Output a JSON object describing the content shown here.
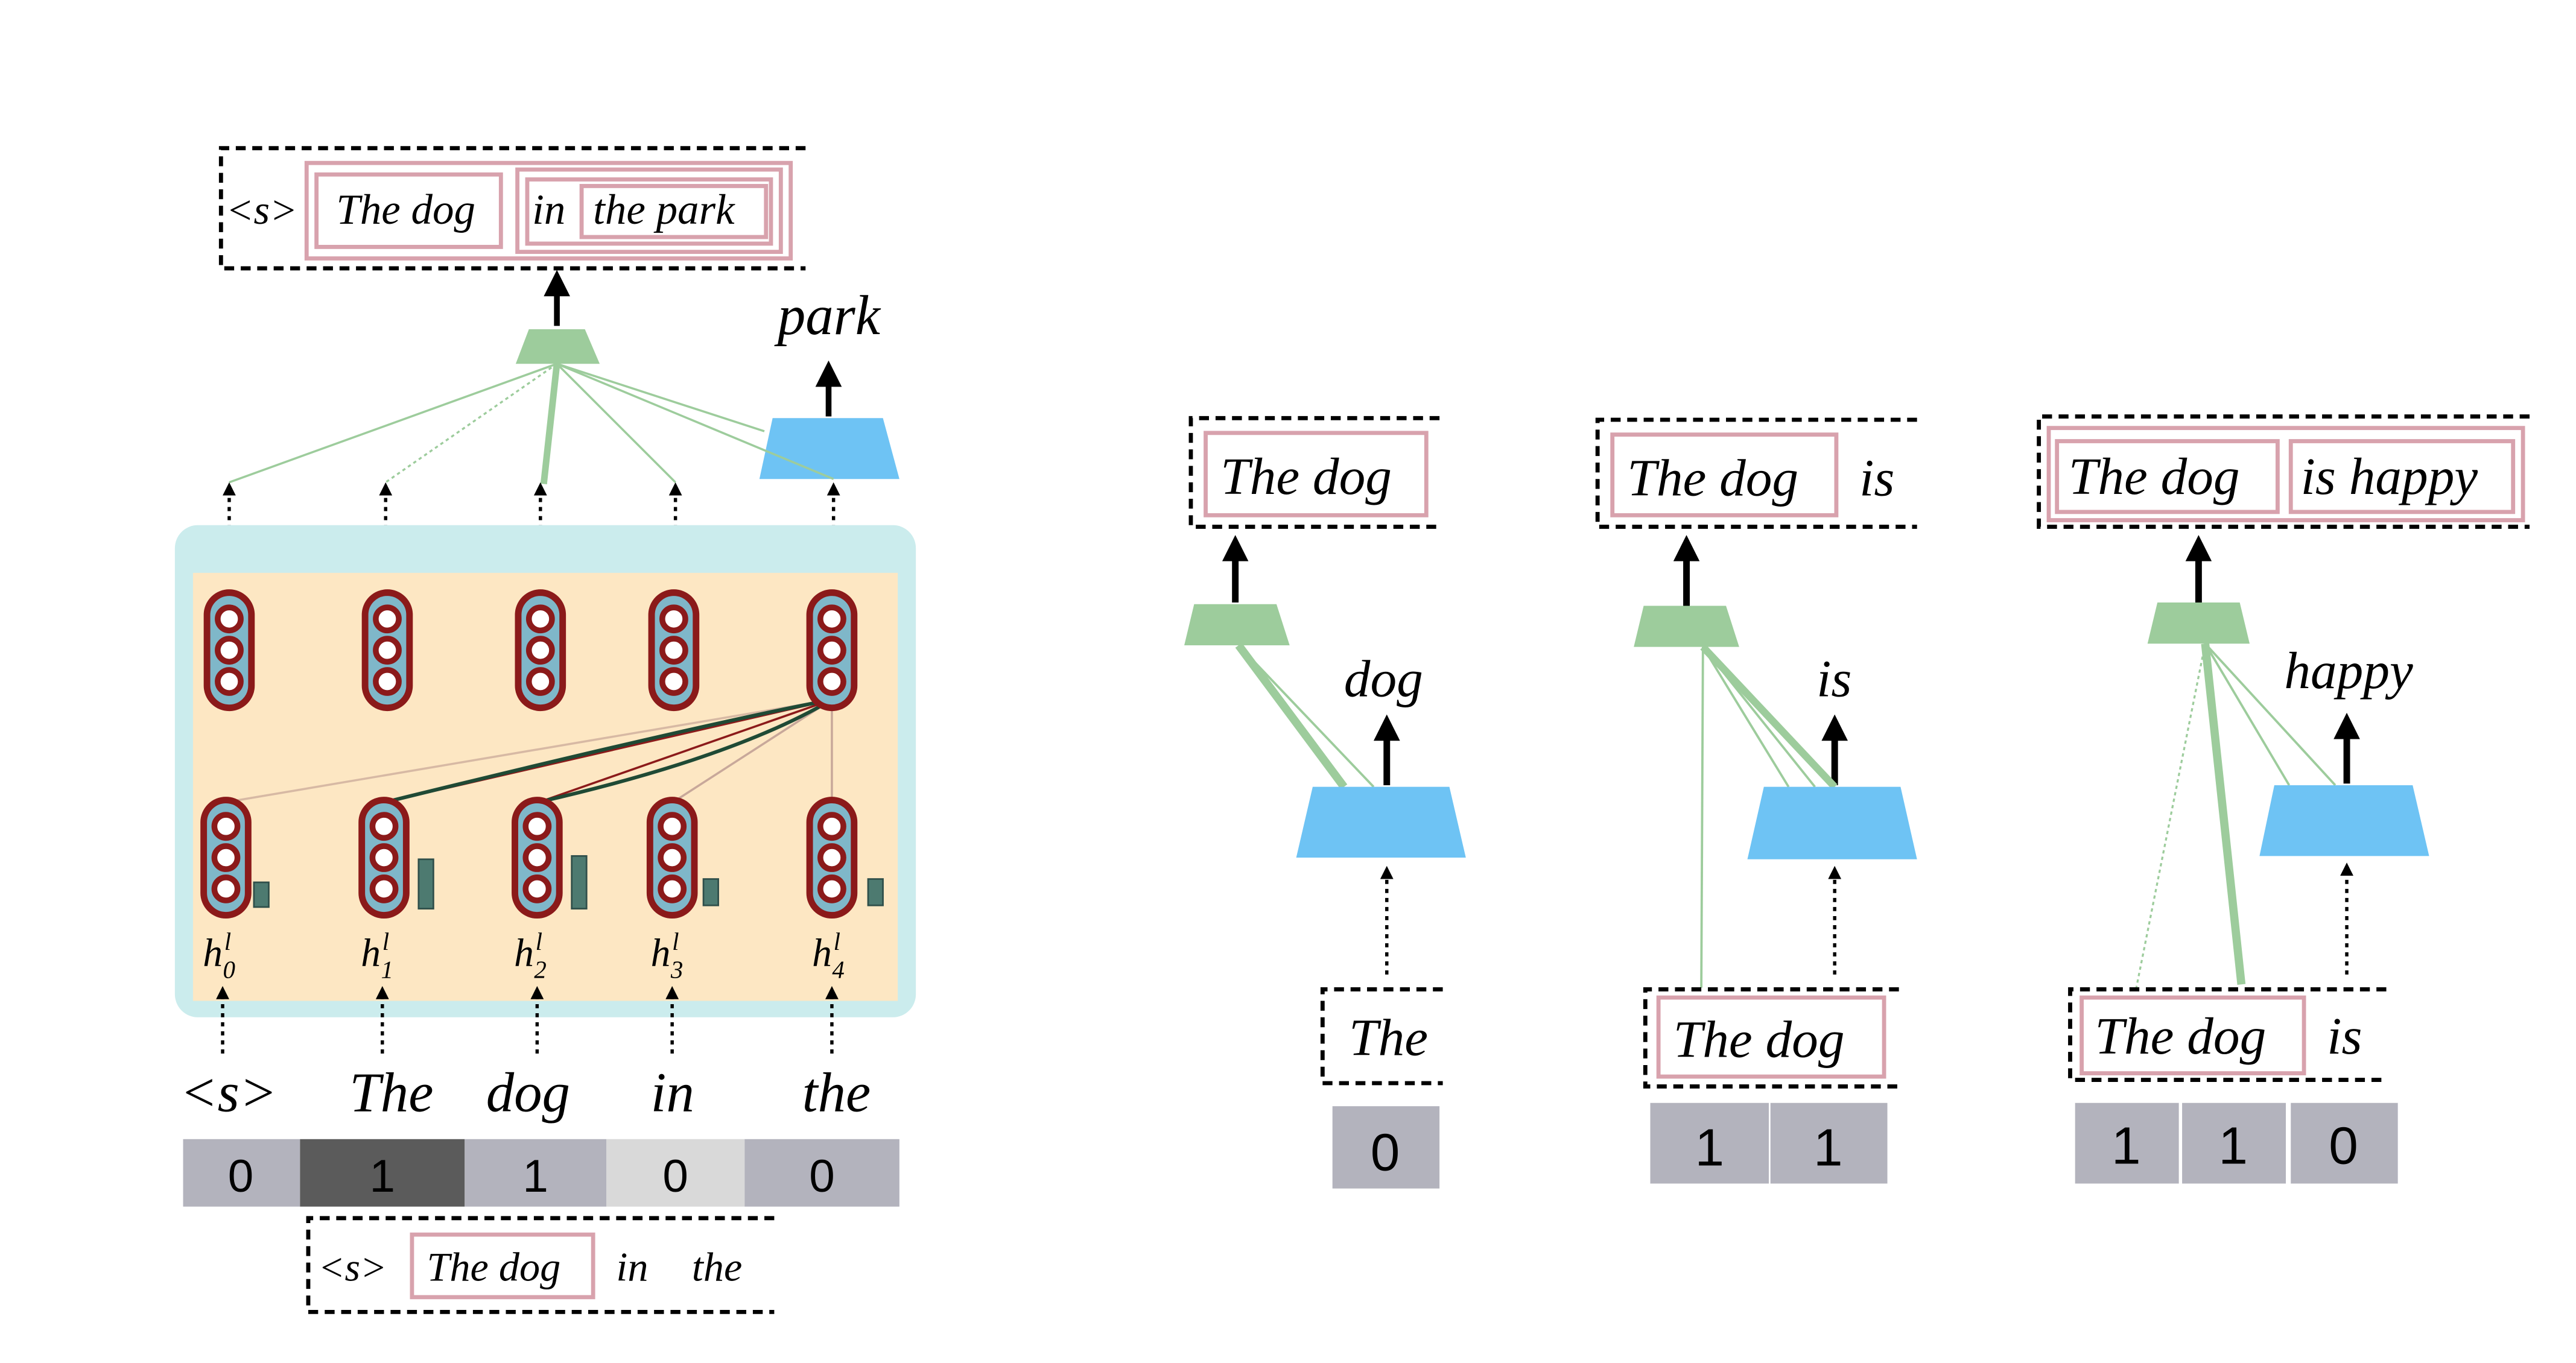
{
  "colors": {
    "teal_panel": "#cbeced",
    "orange_panel": "#fde7c3",
    "cell_fill": "#7fb7c9",
    "cell_border": "#8b1a1a",
    "attention_green": "#9dcc9c",
    "output_blue": "#6ec3f4",
    "pink_box": "#d8a2ad",
    "dark_curve": "#1f4a35",
    "gate_bar": "#4d7a70",
    "cell_gray": "#b3b3bd",
    "cell_dark": "#5b5b5b",
    "cell_light": "#d9d9d9"
  },
  "left": {
    "top_box": {
      "s": "<s>",
      "w1": "The dog",
      "w2": "in",
      "w3": "the park"
    },
    "output_word": "park",
    "hidden_labels": [
      {
        "base": "h",
        "sub": "0",
        "sup": "l"
      },
      {
        "base": "h",
        "sub": "1",
        "sup": "l"
      },
      {
        "base": "h",
        "sub": "2",
        "sup": "l"
      },
      {
        "base": "h",
        "sub": "3",
        "sup": "l"
      },
      {
        "base": "h",
        "sub": "4",
        "sup": "l"
      }
    ],
    "input_words": [
      "<s>",
      "The",
      "dog",
      "in",
      "the"
    ],
    "gates": [
      "0",
      "1",
      "1",
      "0",
      "0"
    ],
    "bottom_box": {
      "s": "<s>",
      "w1": "The dog",
      "w2": "in",
      "w3": "the"
    }
  },
  "steps": [
    {
      "top": [
        "The dog"
      ],
      "word": "dog",
      "input": "The",
      "bits": [
        "0"
      ]
    },
    {
      "top": [
        "The dog",
        "is"
      ],
      "word": "is",
      "input": "The dog",
      "bits": [
        "1",
        "1"
      ]
    },
    {
      "top": [
        "The dog",
        "is happy"
      ],
      "word": "happy",
      "input_a": "The dog",
      "input_b": "is",
      "bits": [
        "1",
        "1",
        "0"
      ]
    }
  ]
}
